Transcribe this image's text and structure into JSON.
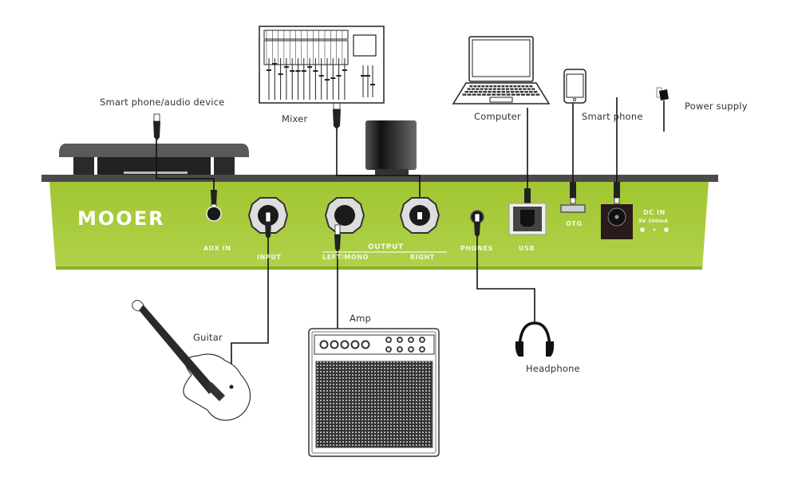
{
  "diagram": {
    "brand": "MOOER",
    "panel_color": "#a6c93a",
    "top_plate_color": "#4a4a4a",
    "devices": {
      "smartphone_audio": "Smart phone/audio device",
      "mixer": "Mixer",
      "computer": "Computer",
      "smartphone": "Smart phone",
      "power_supply": "Power supply",
      "guitar": "Guitar",
      "amp": "Amp",
      "headphone": "Headphone"
    },
    "ports": {
      "aux_in": "AUX IN",
      "input": "INPUT",
      "output": "OUTPUT",
      "left_mono": "LEFT/MONO",
      "right": "RIGHT",
      "phones": "PHONES",
      "usb": "USB",
      "otg": "OTG",
      "dc_in": "DC IN",
      "dc_spec": "9V 300mA"
    }
  }
}
